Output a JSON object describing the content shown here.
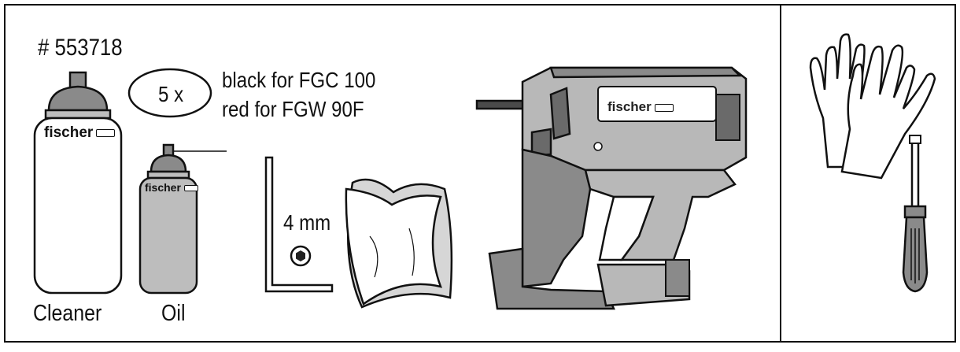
{
  "labels": {
    "article_number": "# 553718",
    "ring_quantity": "5 x",
    "ring_color_1": "black for FGC 100",
    "ring_color_2": "red for FGW 90F",
    "hex_key_size": "4 mm",
    "cleaner": "Cleaner",
    "oil": "Oil"
  },
  "brand": {
    "name": "fischer"
  },
  "colors": {
    "ink": "#111111",
    "cap_gray": "#8a8a8a",
    "tool_gray": "#b8b8b8",
    "tool_dark": "#4a4a4a"
  },
  "icons": [
    "cleaner-can-icon",
    "oil-can-icon",
    "o-ring-icon",
    "hex-key-icon",
    "cloth-icon",
    "gas-nailer-icon",
    "gloves-icon",
    "screwdriver-icon"
  ]
}
